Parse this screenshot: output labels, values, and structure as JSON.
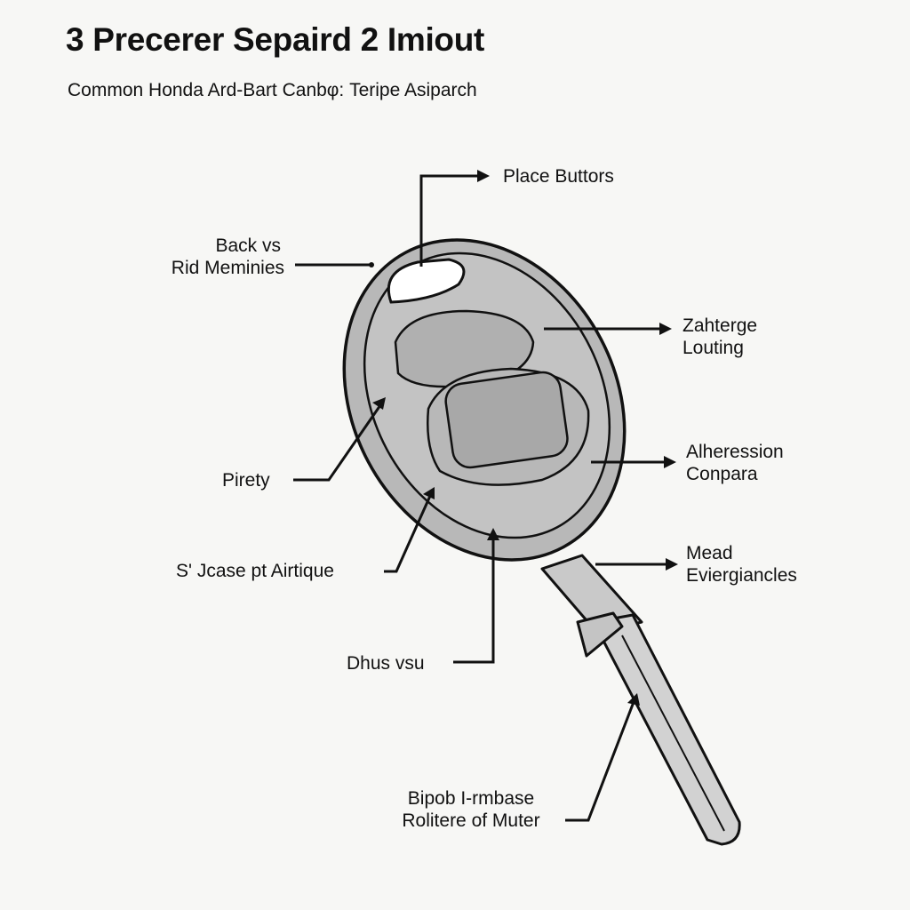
{
  "header": {
    "title": "3 Precerer Sepaird 2 Imiout",
    "subtitle": "Common Honda Ard-Bart Canbφ: Teripe Asiparch"
  },
  "callouts": {
    "place_buttons": [
      "Place Buttors"
    ],
    "back_vs": [
      "Back vs",
      "Rid Meminies"
    ],
    "zahterge": [
      "Zahterge",
      "Louting"
    ],
    "alheression": [
      "Alheression",
      "Conpara"
    ],
    "pirety": [
      "Pirety"
    ],
    "jcase": [
      "S' Jcase pt Airtique"
    ],
    "mead": [
      "Mead",
      "Eviergiancles"
    ],
    "dhus": [
      "Dhus vsu"
    ],
    "bipob": [
      "Bipob I-rmbase",
      "Rolitere of Muter"
    ]
  },
  "colors": {
    "background": "#f7f7f5",
    "fob_fill": "#bdbdbd",
    "fob_stroke": "#111111",
    "button_fill": "#b3b3b3",
    "blade_fill": "#c9c9c9",
    "line": "#111111"
  }
}
